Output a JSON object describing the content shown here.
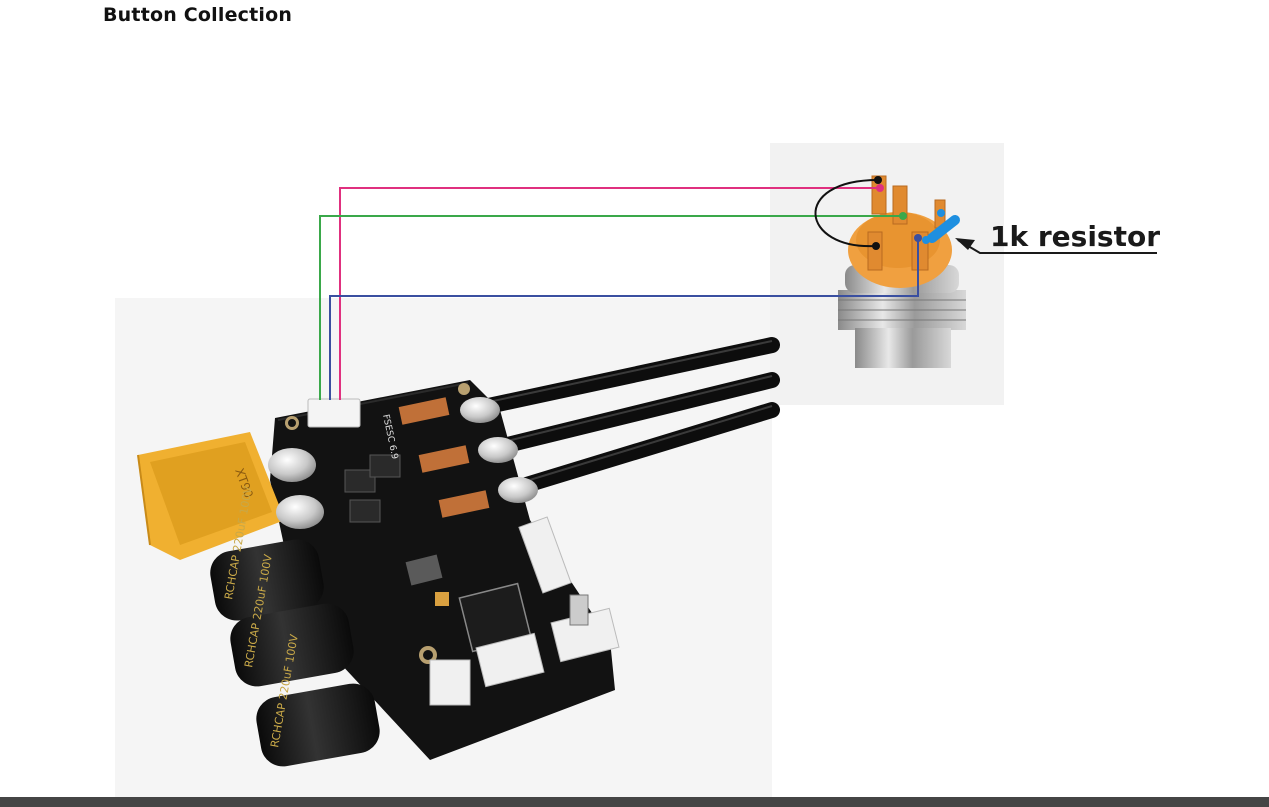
{
  "page": {
    "title": "Button Collection"
  },
  "diagram": {
    "annotation": "1k resistor",
    "capacitor_text": "RCHCAP 220uF 100V",
    "connector_text": "XT90",
    "board_text": "FSESC 6.9",
    "wire_colors": {
      "pink": "#e0307f",
      "green": "#3aa84a",
      "blue": "#3a4fa0",
      "black": "#111111"
    },
    "accent_colors": {
      "resistor": "#1e8fe0",
      "button_orange": "#f0a040",
      "connector_yellow": "#f0b030"
    }
  }
}
